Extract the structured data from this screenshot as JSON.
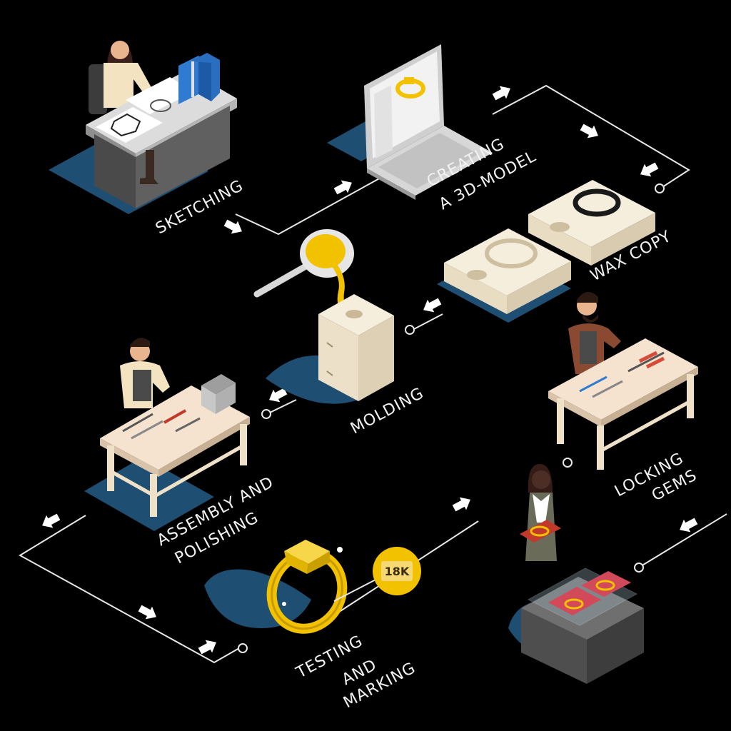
{
  "steps": {
    "sketching": "SKETCHING",
    "creating_line1": "CREATING",
    "creating_line2": "A 3D-MODEL",
    "wax_copy": "WAX COPY",
    "molding": "MOLDING",
    "locking_line1": "LOCKING",
    "locking_line2": "GEMS",
    "assembly_line1": "ASSEMBLY AND",
    "assembly_line2": "POLISHING",
    "testing_line1": "TESTING",
    "testing_line2": "AND",
    "testing_line3": "MARKING"
  },
  "badge": {
    "karat": "18K"
  },
  "colors": {
    "background": "#000000",
    "floor": "#1f4e73",
    "gold": "#f2c200",
    "wax": "#f4ead6",
    "line": "#e8e8e8"
  }
}
